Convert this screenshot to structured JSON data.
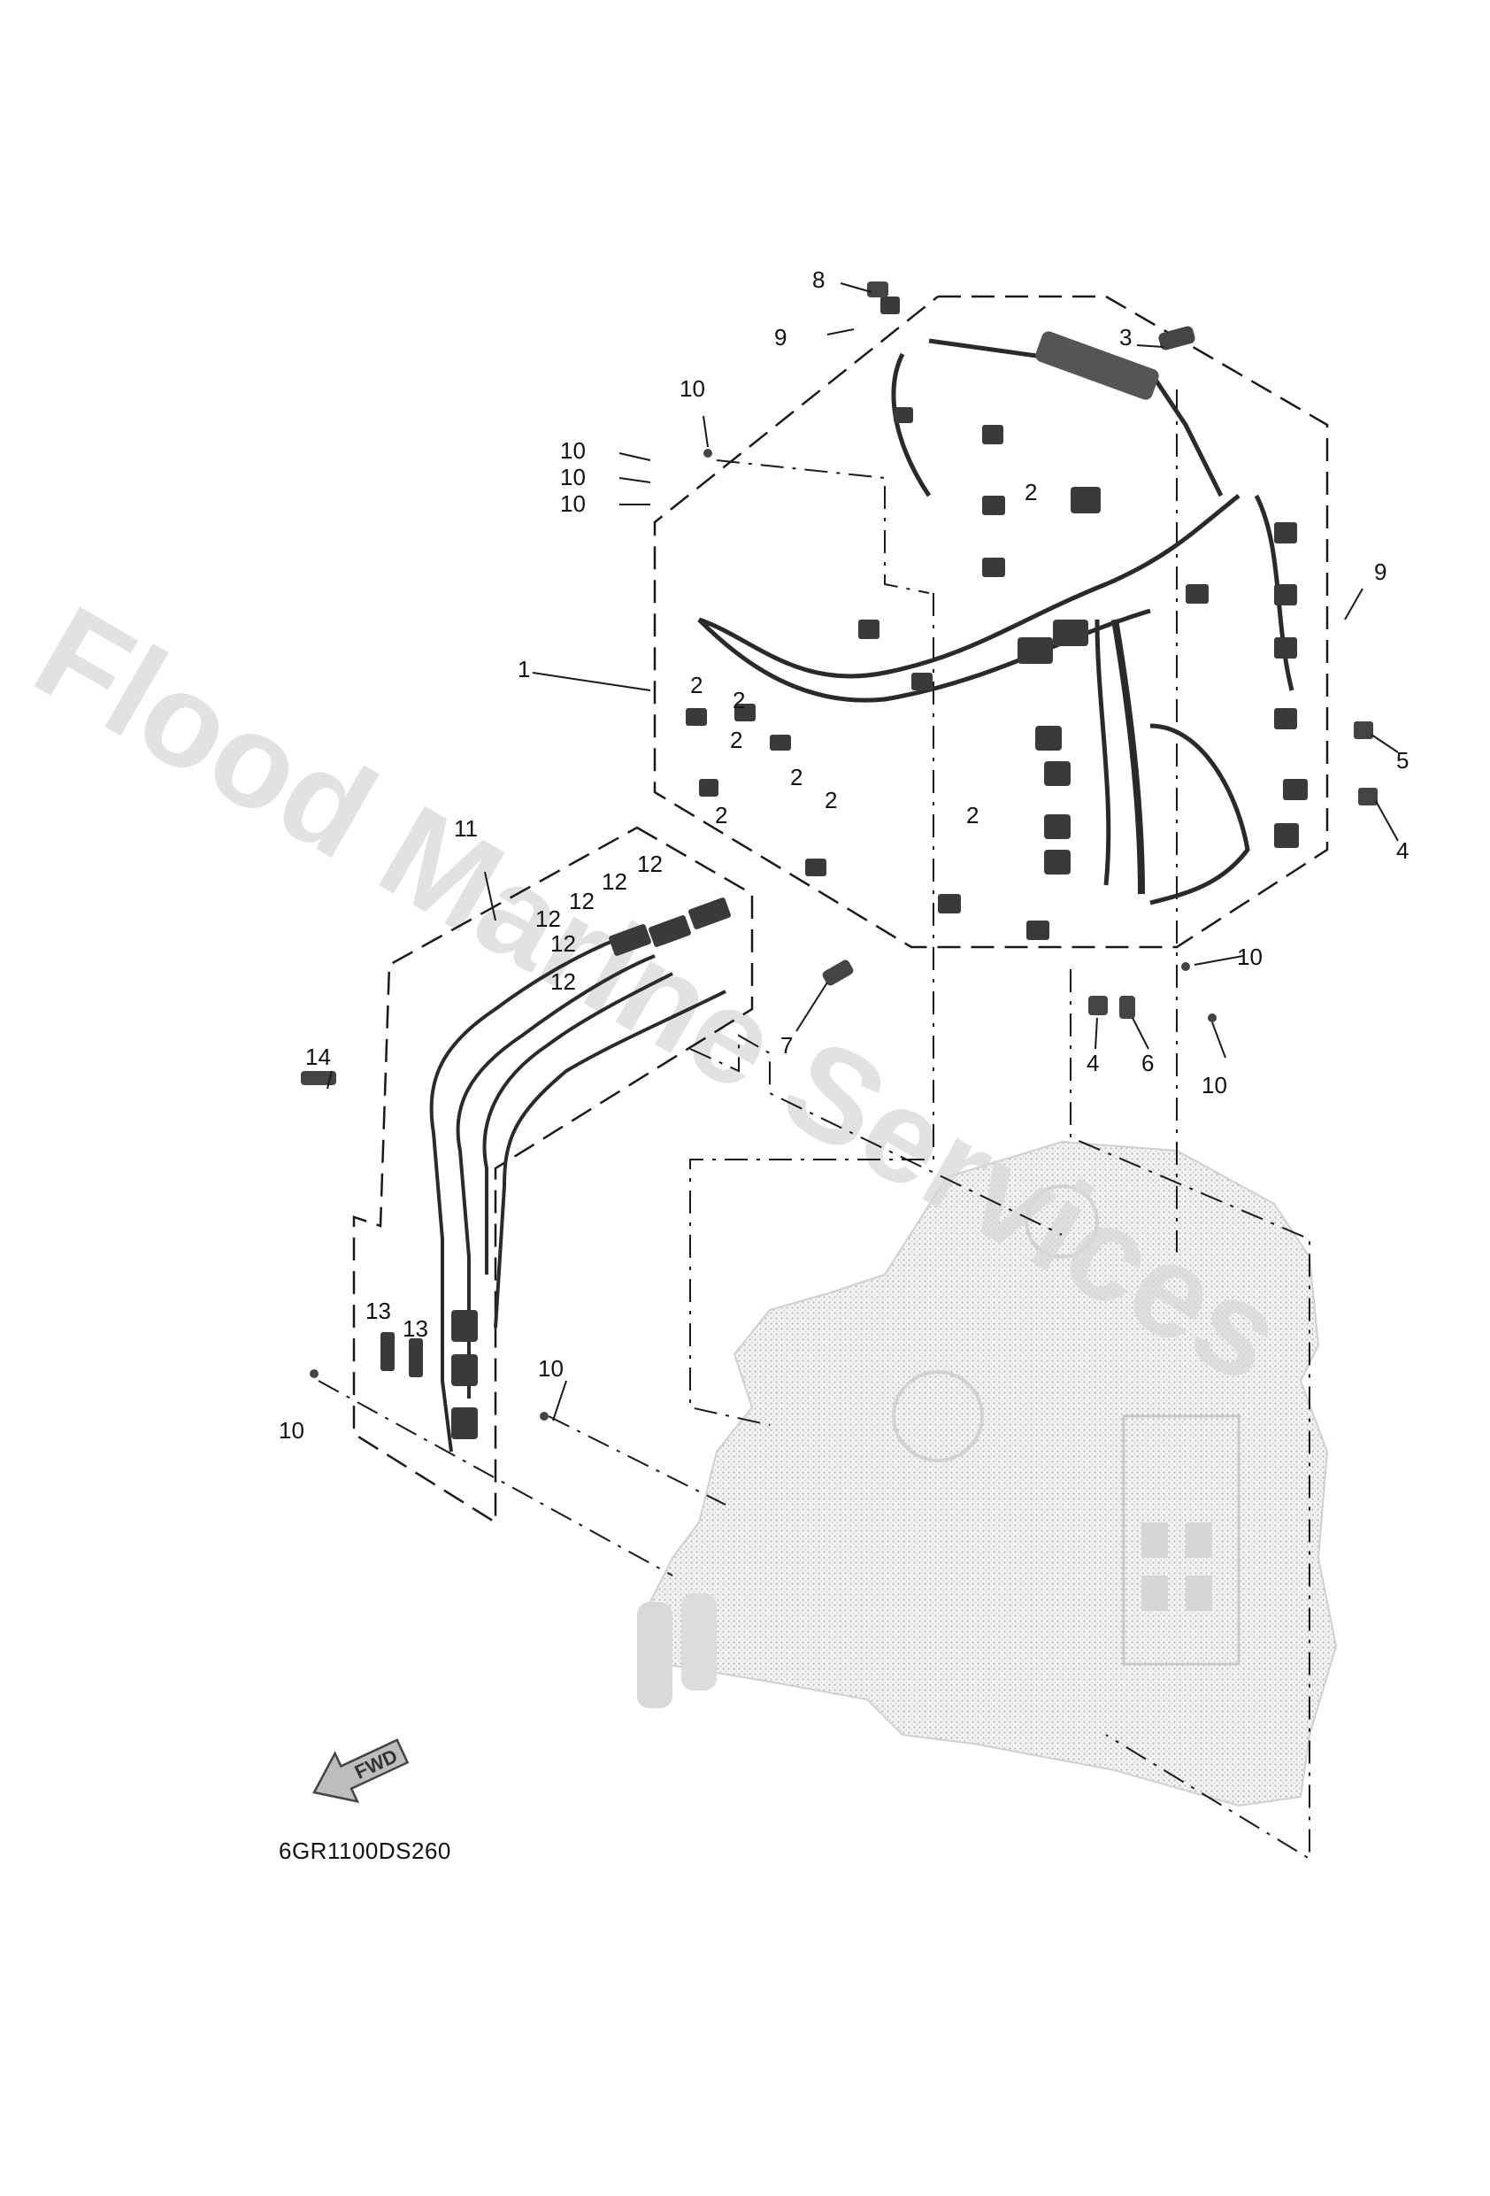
{
  "diagram_code": "6GR1100DS260",
  "watermark": "Flood Marine Services",
  "direction_label": "FWD",
  "callouts": {
    "c1": "1",
    "c2a": "2",
    "c2b": "2",
    "c2c": "2",
    "c2d": "2",
    "c2e": "2",
    "c2f": "2",
    "c2g": "2",
    "c3": "3",
    "c4a": "4",
    "c4b": "4",
    "c5": "5",
    "c6": "6",
    "c7": "7",
    "c8": "8",
    "c9a": "9",
    "c9b": "9",
    "c10a": "10",
    "c10b": "10",
    "c10c": "10",
    "c10d": "10",
    "c10e": "10",
    "c10f": "10",
    "c10g": "10",
    "c10h": "10",
    "c11": "11",
    "c12a": "12",
    "c12b": "12",
    "c12c": "12",
    "c12d": "12",
    "c12e": "12",
    "c13a": "13",
    "c13b": "13",
    "c14": "14"
  },
  "colors": {
    "line": "#1a1a1a",
    "engine": "#cfcfcf",
    "watermark": "#d9d9d9"
  }
}
